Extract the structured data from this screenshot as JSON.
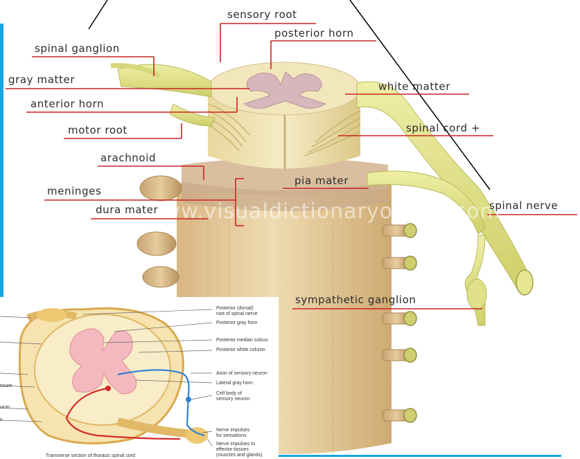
{
  "main_labels": {
    "sensory_root": "sensory root",
    "posterior_horn": "posterior horn",
    "spinal_ganglion": "spinal ganglion",
    "gray_matter": "gray matter",
    "white_matter": "white matter",
    "anterior_horn": "anterior horn",
    "motor_root": "motor root",
    "spinal_cord": "spinal cord +",
    "arachnoid": "arachnoid",
    "meninges": "meninges",
    "pia_mater": "pia mater",
    "dura_mater": "dura mater",
    "spinal_nerve": "spinal nerve",
    "sympathetic_ganglion": "sympathetic ganglion"
  },
  "watermark": "www.visualdictionaryonline.com",
  "inset": {
    "caption": "Transverse section of thoracic spinal cord",
    "right_labels": [
      "Posterior (dorsal)",
      "root of spinal nerve",
      "Posterior gray horn",
      "Posterior median sulcus",
      "Posterior white column",
      "Axon of sensory neuron",
      "Lateral gray horn",
      "Cell body of",
      "sensory neuron",
      "Nerve impulses",
      "for sensations",
      "Nerve impulses to",
      "effector tissues",
      "(muscles and glands)"
    ],
    "left_fragments": [
      "ssure",
      "uron",
      "s"
    ]
  },
  "colors": {
    "cord": "#efe5b8",
    "nerve": "#e0e08a",
    "gray_matter": "#d6b8bc",
    "dura": "#e8cfa4",
    "label_line": "#cc2222",
    "accent_border": "#17a5e6",
    "sensory_axon": "#2e7fd0",
    "motor_axon": "#d42a2a",
    "inset_gray": "#f4b9bf"
  }
}
